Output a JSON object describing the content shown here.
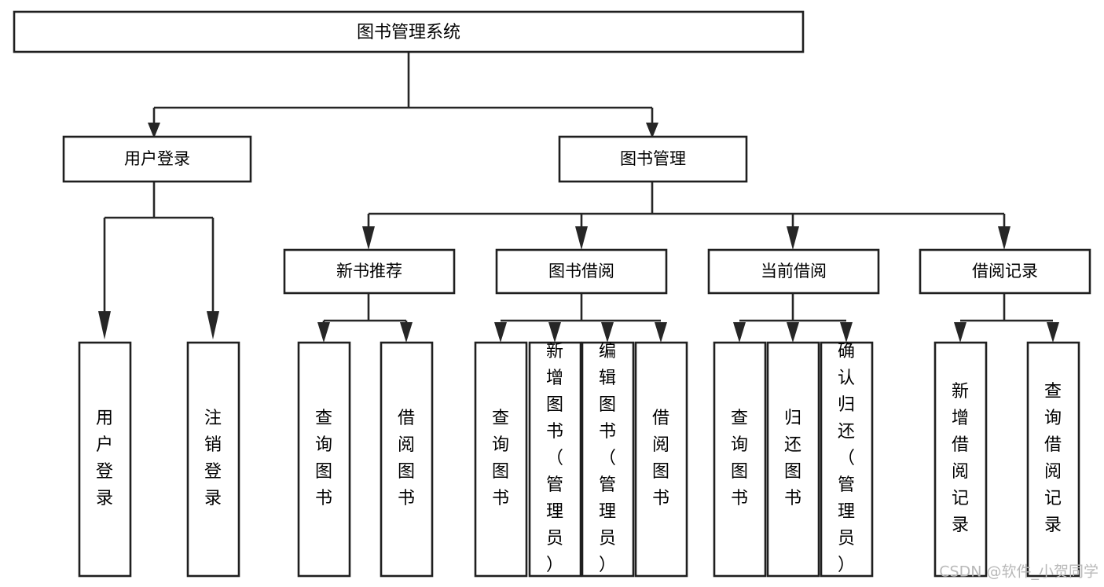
{
  "diagram": {
    "type": "tree-hierarchy-diagram",
    "title": "图书管理系统",
    "orientation": "top-down",
    "colors": {
      "background": "#ffffff",
      "box_fill": "#ffffff",
      "box_stroke": "#1f1f1f",
      "connector": "#262626",
      "text": "#000000",
      "watermark": "#b9b9b9"
    },
    "root": {
      "label": "图书管理系统"
    },
    "level2": [
      {
        "label": "用户登录"
      },
      {
        "label": "图书管理"
      }
    ],
    "level3": [
      {
        "label": "新书推荐"
      },
      {
        "label": "图书借阅"
      },
      {
        "label": "当前借阅"
      },
      {
        "label": "借阅记录"
      }
    ],
    "leaves": {
      "user_login": [
        {
          "label": "用户登录"
        },
        {
          "label": "注销登录"
        }
      ],
      "new_book_recommend": [
        {
          "label": "查询图书"
        },
        {
          "label": "借阅图书"
        }
      ],
      "book_borrow": [
        {
          "label": "查询图书"
        },
        {
          "label": "新增图书（管理员）"
        },
        {
          "label": "编辑图书（管理员）"
        },
        {
          "label": "借阅图书"
        }
      ],
      "current_borrow": [
        {
          "label": "查询图书"
        },
        {
          "label": "归还图书"
        },
        {
          "label": "确认归还（管理员）"
        }
      ],
      "borrow_records": [
        {
          "label": "新增借阅记录"
        },
        {
          "label": "查询借阅记录"
        }
      ]
    },
    "watermark": "CSDN @软件_小贺同学"
  }
}
